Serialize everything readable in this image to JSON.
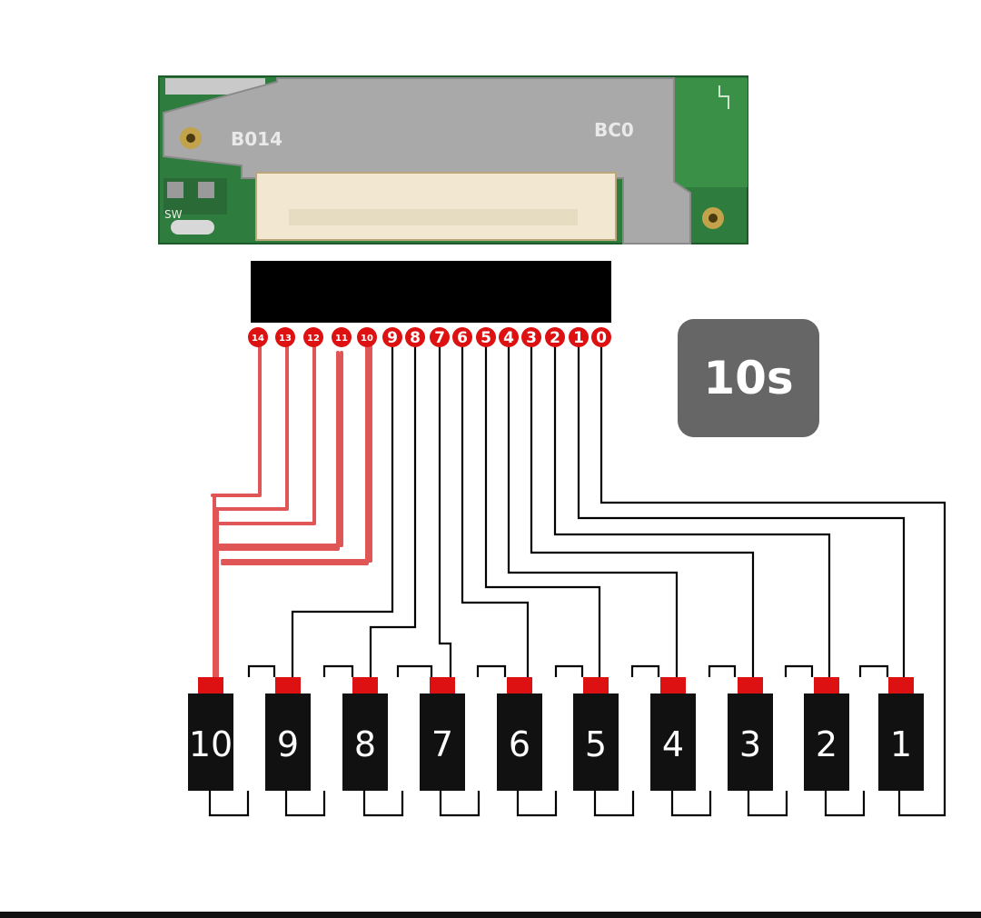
{
  "pcb": {
    "left_label": "B014",
    "right_label": "BC0",
    "switch_label": "SW"
  },
  "connector_pins": [
    "14",
    "13",
    "12",
    "11",
    "10",
    "9",
    "8",
    "7",
    "6",
    "5",
    "4",
    "3",
    "2",
    "1",
    "0"
  ],
  "cells": [
    "10",
    "9",
    "8",
    "7",
    "6",
    "5",
    "4",
    "3",
    "2",
    "1"
  ],
  "badge": {
    "text": "10s",
    "color": "#666666"
  },
  "colors": {
    "pin": "#dd1111",
    "wire": "#000000",
    "handdrawn_wire": "#e05555",
    "cell": "#111111"
  }
}
